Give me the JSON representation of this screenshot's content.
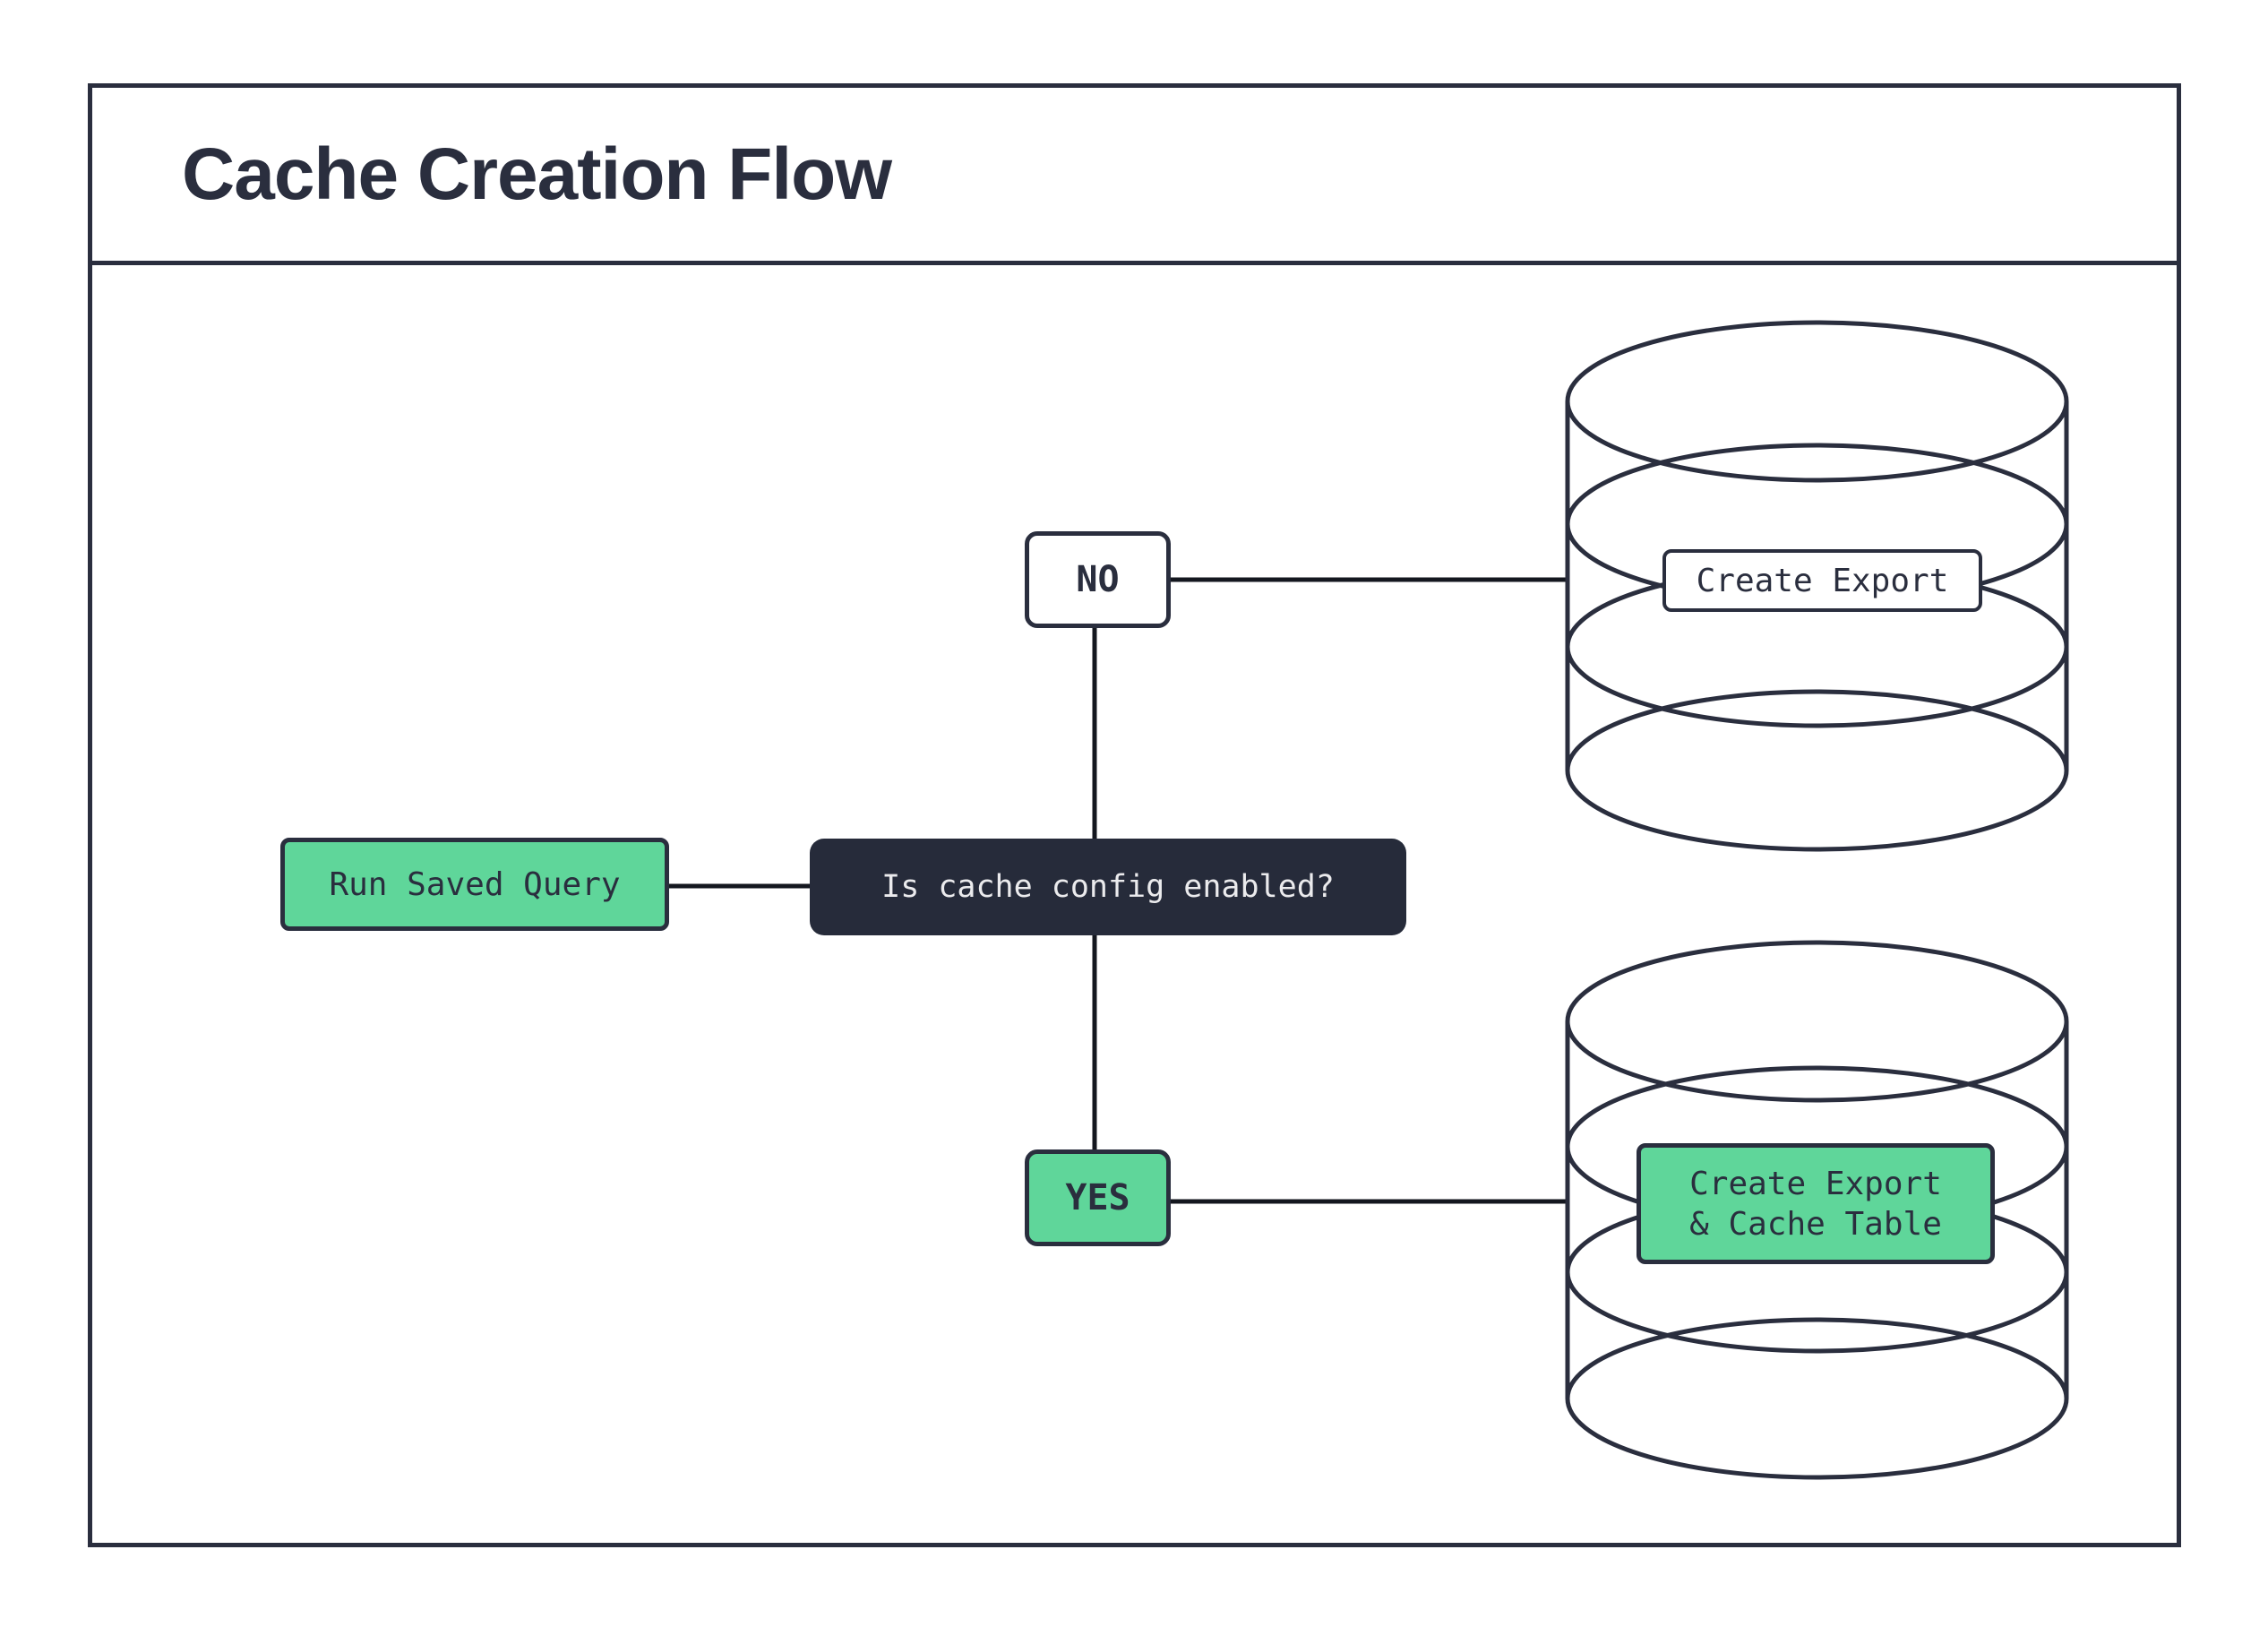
{
  "header": {
    "title": "Cache Creation Flow"
  },
  "flow": {
    "start": {
      "label": "Run Saved Query"
    },
    "decision": {
      "label": "Is cache config enabled?"
    },
    "branch_no": {
      "label": "NO"
    },
    "branch_yes": {
      "label": "YES"
    },
    "db_export": {
      "label": "Create Export"
    },
    "db_cache": {
      "label_line1": "Create Export",
      "label_line2": "& Cache Table"
    }
  },
  "colors": {
    "ink": "#2A2E3E",
    "connector": "#14171F",
    "green": "#5FD69A",
    "decision_fill": "#262B3A",
    "decision_text": "#EBEBED",
    "background": "#FFFFFF"
  }
}
